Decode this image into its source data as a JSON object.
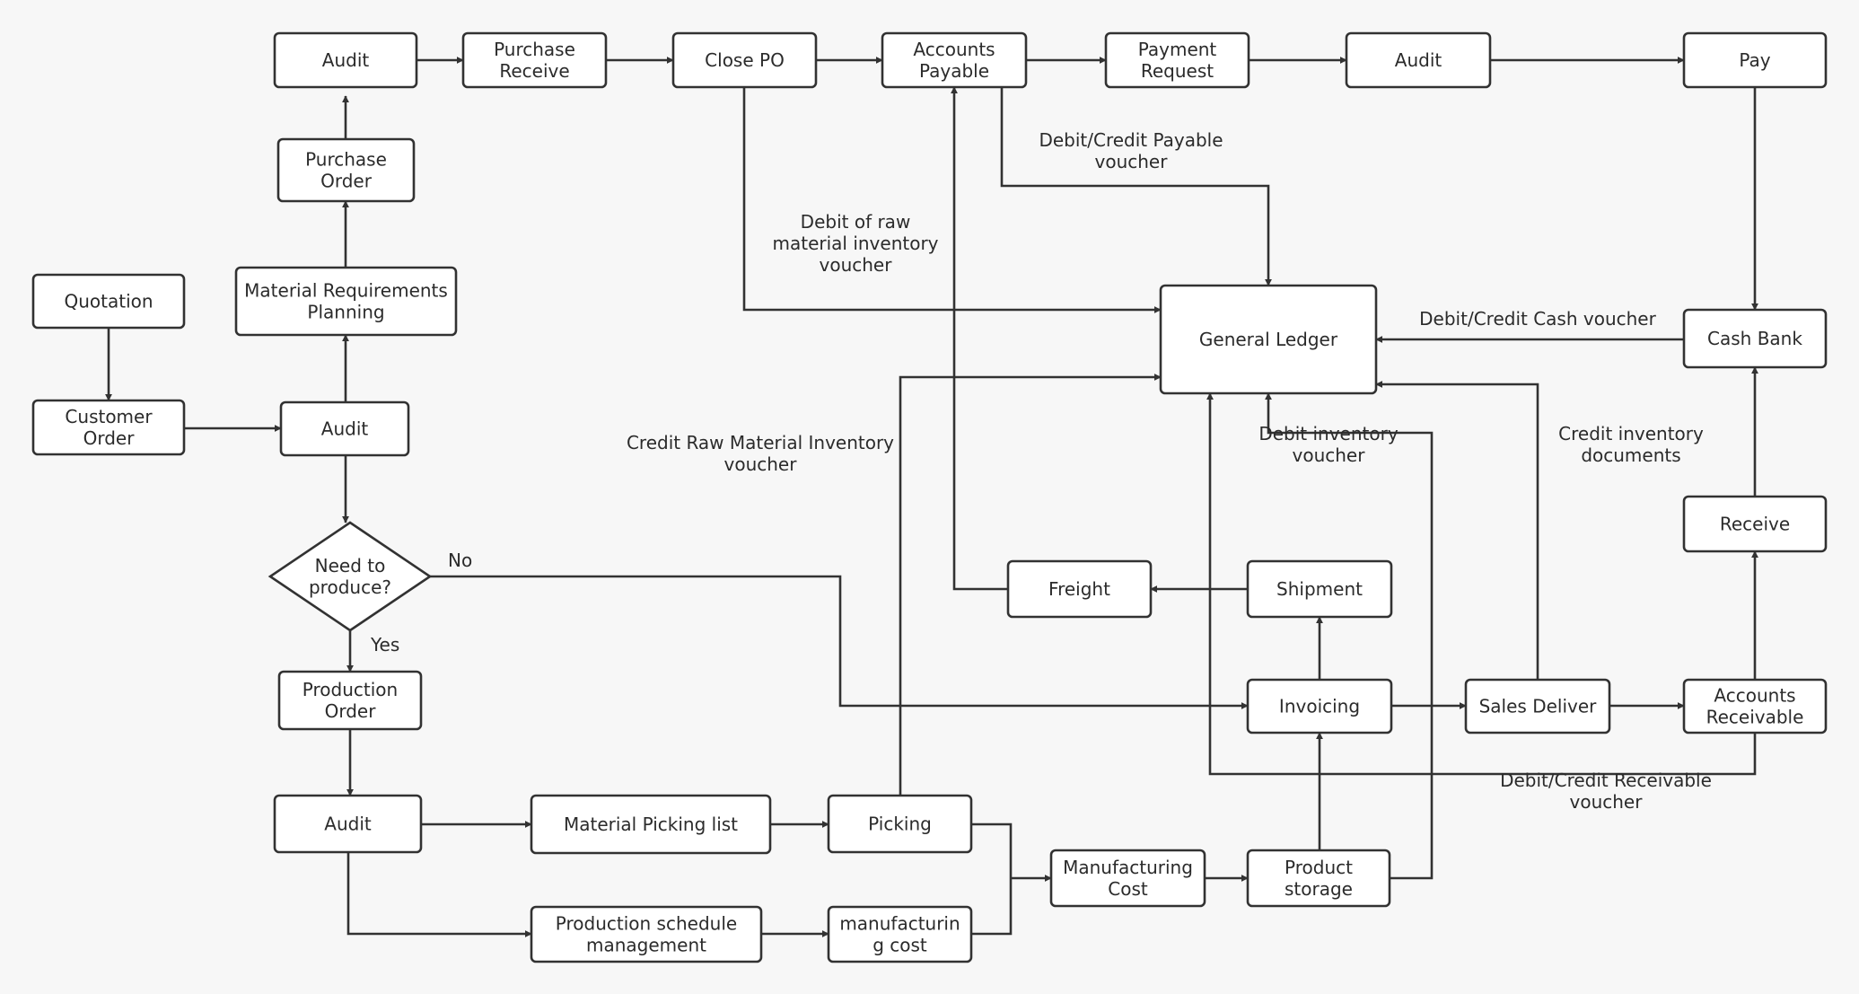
{
  "nodes": {
    "audit_top": [
      "Audit"
    ],
    "purchase_receive": [
      "Purchase",
      "Receive"
    ],
    "close_po": [
      "Close PO"
    ],
    "accounts_payable": [
      "Accounts",
      "Payable"
    ],
    "payment_request": [
      "Payment",
      "Request"
    ],
    "audit_payment": [
      "Audit"
    ],
    "pay": [
      "Pay"
    ],
    "purchase_order": [
      "Purchase",
      "Order"
    ],
    "quotation": [
      "Quotation"
    ],
    "mrp": [
      "Material Requirements",
      "Planning"
    ],
    "customer_order": [
      "Customer",
      "Order"
    ],
    "audit_order": [
      "Audit"
    ],
    "general_ledger": [
      "General Ledger"
    ],
    "cash_bank": [
      "Cash Bank"
    ],
    "need_to_produce": [
      "Need to",
      "produce?"
    ],
    "receive": [
      "Receive"
    ],
    "freight": [
      "Freight"
    ],
    "shipment": [
      "Shipment"
    ],
    "production_order": [
      "Production",
      "Order"
    ],
    "invoicing": [
      "Invoicing"
    ],
    "sales_deliver": [
      "Sales Deliver"
    ],
    "accounts_receivable": [
      "Accounts",
      "Receivable"
    ],
    "audit_production": [
      "Audit"
    ],
    "material_picking_list": [
      "Material Picking list"
    ],
    "picking": [
      "Picking"
    ],
    "manufacturing_cost": [
      "Manufacturing",
      "Cost"
    ],
    "product_storage": [
      "Product",
      "storage"
    ],
    "production_schedule": [
      "Production schedule",
      "management"
    ],
    "manufacturing_cost_small": [
      "manufacturin",
      "g cost"
    ]
  },
  "labels": {
    "debit_credit_payable": [
      "Debit/Credit Payable",
      "voucher"
    ],
    "debit_raw_material": [
      "Debit of raw",
      "material inventory",
      "voucher"
    ],
    "debit_credit_cash": [
      "Debit/Credit Cash voucher"
    ],
    "credit_raw_material": [
      "Credit Raw Material Inventory",
      "voucher"
    ],
    "debit_inventory": [
      "Debit inventory",
      "voucher"
    ],
    "credit_inventory": [
      "Credit inventory",
      "documents"
    ],
    "no": [
      "No"
    ],
    "yes": [
      "Yes"
    ],
    "debit_credit_receivable": [
      "Debit/Credit Receivable",
      "voucher"
    ]
  },
  "colors": {
    "stroke": "#323232",
    "node_fill": "#ffffff",
    "background": "#f7f7f7",
    "text": "#2b2b2b"
  }
}
